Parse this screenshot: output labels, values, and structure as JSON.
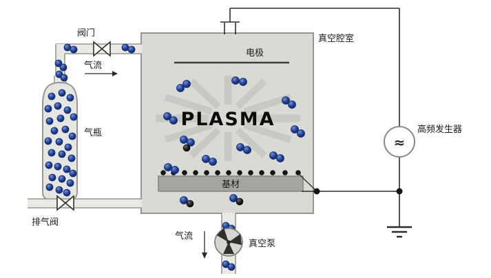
{
  "diagram": {
    "title": "Plasma vacuum chamber system schematic",
    "labels": {
      "valve": "阀门",
      "gas_flow_top": "气流",
      "gas_cylinder": "气瓶",
      "exhaust_valve": "排气阀",
      "vacuum_chamber": "真空腔室",
      "electrode": "电极",
      "plasma": "PLASMA",
      "substrate": "基材",
      "gas_flow_bottom": "气流",
      "vacuum_pump": "真空泵",
      "hf_generator": "高频发生器",
      "generator_symbol": "≈"
    },
    "colors": {
      "background": "#ffffff",
      "chamber_fill": "#dadad5",
      "pipe_fill": "#eaeae5",
      "outline_gray": "#96968f",
      "ray_gray": "#c9c9c3",
      "substrate_fill": "#a6a6a1",
      "molecule_blue": "#1e3e92",
      "particle_black": "#141414",
      "wire": "#2a2a28"
    }
  }
}
